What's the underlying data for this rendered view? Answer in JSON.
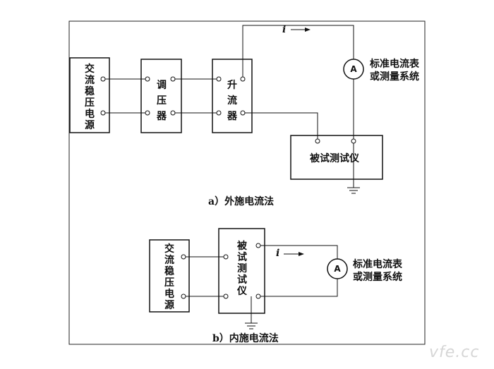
{
  "top": {
    "ac_source": "交流稳压电源",
    "regulator": "调压器",
    "booster": "升流器",
    "ammeter_letter": "A",
    "ammeter_label_line1": "标准电流表",
    "ammeter_label_line2": "或测量系统",
    "current_symbol": "i",
    "dut": "被试测试仪",
    "caption": "a）外施电流法"
  },
  "bottom": {
    "ac_source": "交流稳压电源",
    "dut": "被试测试仪",
    "ammeter_letter": "A",
    "ammeter_label_line1": "标准电流表",
    "ammeter_label_line2": "或测量系统",
    "current_symbol": "i",
    "caption": "b）内施电流法"
  },
  "watermark": "vfe.cc"
}
